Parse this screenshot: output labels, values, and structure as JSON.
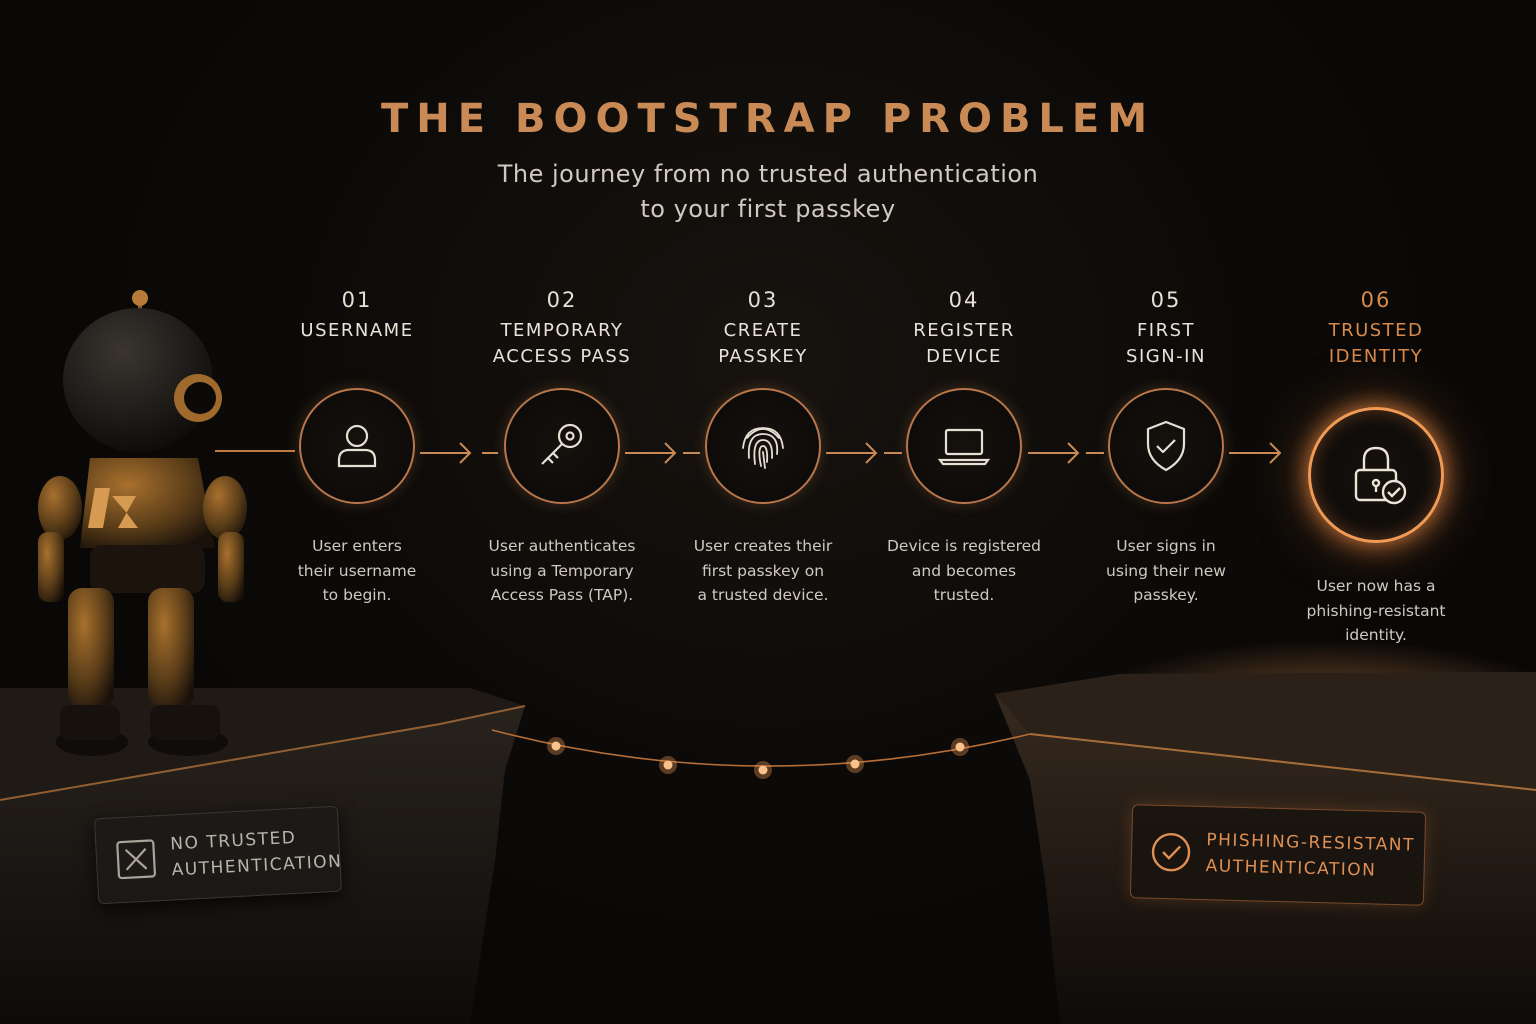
{
  "title": "THE BOOTSTRAP PROBLEM",
  "subtitle": [
    "The journey from no trusted authentication",
    "to your first passkey"
  ],
  "colors": {
    "accent": "#c98a55",
    "glow": "#f09a55",
    "text": "#cfc9c0",
    "background": "#0a0807"
  },
  "steps": [
    {
      "num": "01",
      "label": [
        "USERNAME"
      ],
      "icon": "user-icon",
      "desc": [
        "User enters",
        "their username",
        "to begin."
      ]
    },
    {
      "num": "02",
      "label": [
        "TEMPORARY",
        "ACCESS PASS"
      ],
      "icon": "key-icon",
      "desc": [
        "User authenticates",
        "using a Temporary",
        "Access Pass (TAP)."
      ]
    },
    {
      "num": "03",
      "label": [
        "CREATE",
        "PASSKEY"
      ],
      "icon": "fingerprint-icon",
      "desc": [
        "User creates their",
        "first passkey on",
        "a trusted device."
      ]
    },
    {
      "num": "04",
      "label": [
        "REGISTER",
        "DEVICE"
      ],
      "icon": "laptop-icon",
      "desc": [
        "Device is registered",
        "and becomes",
        "trusted."
      ]
    },
    {
      "num": "05",
      "label": [
        "FIRST",
        "SIGN-IN"
      ],
      "icon": "shield-check-icon",
      "desc": [
        "User signs in",
        "using their new",
        "passkey."
      ]
    },
    {
      "num": "06",
      "label": [
        "TRUSTED",
        "IDENTITY"
      ],
      "icon": "lock-check-icon",
      "desc": [
        "User now has a",
        "phishing-resistant",
        "identity."
      ]
    }
  ],
  "badges": {
    "left": {
      "lines": [
        "NO TRUSTED",
        "AUTHENTICATION"
      ],
      "icon": "x-box-icon"
    },
    "right": {
      "lines": [
        "PHISHING-RESISTANT",
        "AUTHENTICATION"
      ],
      "icon": "check-circle-icon"
    }
  }
}
